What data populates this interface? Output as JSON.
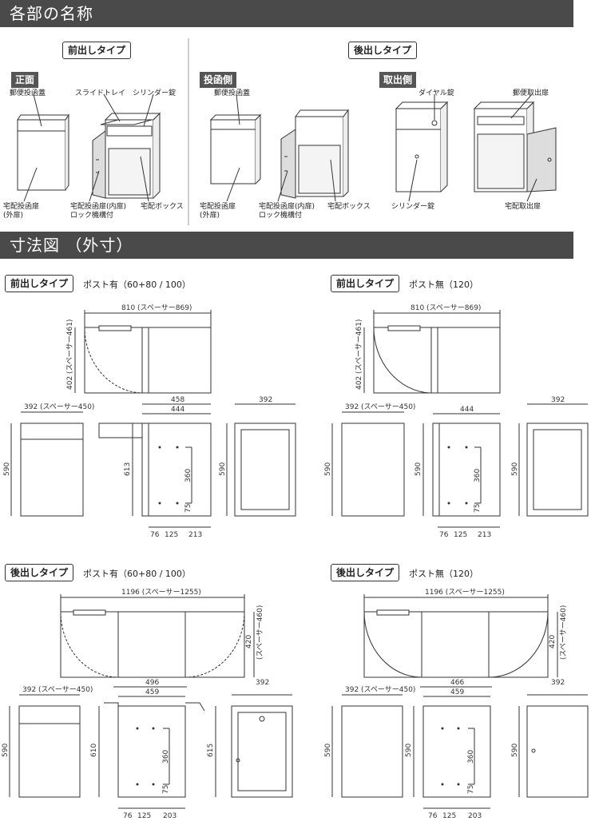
{
  "sections": {
    "parts_title": "各部の名称",
    "dims_title": "寸法図 （外寸）"
  },
  "parts": {
    "front_type": {
      "title": "前出しタイプ",
      "view": "正面",
      "labels": {
        "mail_lid": "郵便投函蓋",
        "slide_tray": "スライドトレイ",
        "cylinder_lock": "シリンダー錠",
        "outer_door_1": "宅配投函扉",
        "outer_door_2": "(外扉)",
        "inner_door_1": "宅配投函扉(内扉)",
        "inner_door_2": "ロック機構付",
        "box": "宅配ボックス"
      }
    },
    "rear_type": {
      "title": "後出しタイプ",
      "view_in": "投函側",
      "view_out": "取出側",
      "labels": {
        "mail_lid": "郵便投函蓋",
        "outer_door_1": "宅配投函扉",
        "outer_door_2": "(外扉)",
        "inner_door_1": "宅配投函扉(内扉)",
        "inner_door_2": "ロック機構付",
        "box": "宅配ボックス",
        "dial_lock": "ダイヤル錠",
        "cylinder_lock": "シリンダー錠",
        "mail_out_door": "郵便取出扉",
        "parcel_out_door": "宅配取出扉"
      }
    }
  },
  "dims": {
    "front_post": {
      "title": "前出しタイプ",
      "variant": "ポスト有（60+80 / 100）",
      "top_width": "810 (スペーサー869)",
      "top_depth": "402 (スペーサー461)",
      "front_width": "392 (スペーサー450)",
      "side_depth_outer": "458",
      "side_depth_inner": "444",
      "back_width": "392",
      "height_front": "590",
      "height_side": "613",
      "height_back": "590",
      "inner_h": "360",
      "inner_b": "75",
      "bottom": [
        "76",
        "125",
        "213"
      ]
    },
    "front_nopost": {
      "title": "前出しタイプ",
      "variant": "ポスト無（120）",
      "top_width": "810 (スペーサー869)",
      "top_depth": "402 (スペーサー461)",
      "front_width": "392 (スペーサー450)",
      "side_depth": "444",
      "back_width": "392",
      "height_front": "590",
      "height_side": "590",
      "height_back": "590",
      "inner_h": "360",
      "inner_b": "75",
      "bottom": [
        "76",
        "125",
        "213"
      ]
    },
    "rear_post": {
      "title": "後出しタイプ",
      "variant": "ポスト有（60+80 / 100）",
      "top_width": "1196 (スペーサー1255)",
      "top_depth_1": "420",
      "top_depth_2": "(スペーサー460)",
      "front_width": "392 (スペーサー450)",
      "side_depth_outer": "496",
      "side_depth_inner": "459",
      "back_width": "392",
      "height_front": "590",
      "height_side": "610",
      "height_side2": "615",
      "height_back": "590",
      "inner_h": "360",
      "inner_b": "75",
      "bottom": [
        "76",
        "125",
        "203"
      ]
    },
    "rear_nopost": {
      "title": "後出しタイプ",
      "variant": "ポスト無（120）",
      "top_width": "1196 (スペーサー1255)",
      "top_depth_1": "420",
      "top_depth_2": "(スペーサー460)",
      "front_width": "392 (スペーサー450)",
      "side_depth_outer": "466",
      "side_depth_inner": "459",
      "back_width": "392",
      "height_front": "590",
      "height_side": "590",
      "height_back": "590",
      "inner_h": "360",
      "inner_b": "75",
      "bottom": [
        "76",
        "125",
        "203"
      ]
    }
  }
}
